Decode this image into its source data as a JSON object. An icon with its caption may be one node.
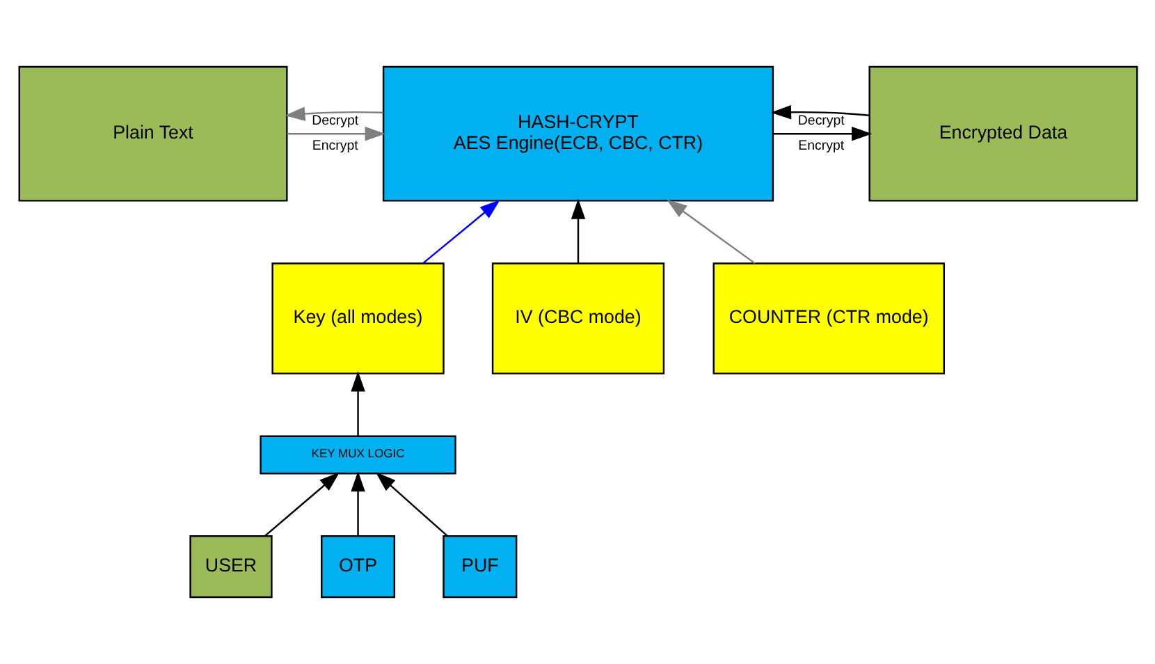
{
  "diagram": {
    "nodes": [
      {
        "text": [
          "Plain Text"
        ]
      },
      {
        "text": [
          "HASH-CRYPT",
          "AES Engine(ECB, CBC, CTR)"
        ]
      },
      {
        "text": [
          "Encrypted Data"
        ]
      },
      {
        "text": [
          "Key (all modes)"
        ]
      },
      {
        "text": [
          "IV (CBC mode)"
        ]
      },
      {
        "text": [
          "COUNTER (CTR mode)"
        ]
      },
      {
        "text": [
          "KEY MUX LOGIC"
        ]
      },
      {
        "text": [
          "USER"
        ]
      },
      {
        "text": [
          "OTP"
        ]
      },
      {
        "text": [
          "PUF"
        ]
      }
    ],
    "edges": [
      {
        "from": 0,
        "to": 1,
        "arrow": "to",
        "label": "Encrypt",
        "color": "#7f7f7f"
      },
      {
        "from": 1,
        "to": 0,
        "arrow": "to",
        "label": "Decrypt",
        "color": "#7f7f7f"
      },
      {
        "from": 1,
        "to": 2,
        "arrow": "to",
        "label": "Encrypt"
      },
      {
        "from": 2,
        "to": 1,
        "arrow": "to",
        "label": "Decrypt"
      },
      {
        "from": 3,
        "to": 1,
        "arrow": "to",
        "color": "#0000ff"
      },
      {
        "from": 4,
        "to": 1,
        "arrow": "to"
      },
      {
        "from": 5,
        "to": 1,
        "arrow": "to",
        "color": "#7f7f7f"
      },
      {
        "from": 6,
        "to": 3,
        "arrow": "to"
      },
      {
        "from": 7,
        "to": 6,
        "arrow": "to"
      },
      {
        "from": 8,
        "to": 6,
        "arrow": "to"
      },
      {
        "from": 9,
        "to": 6,
        "arrow": "to"
      }
    ]
  }
}
